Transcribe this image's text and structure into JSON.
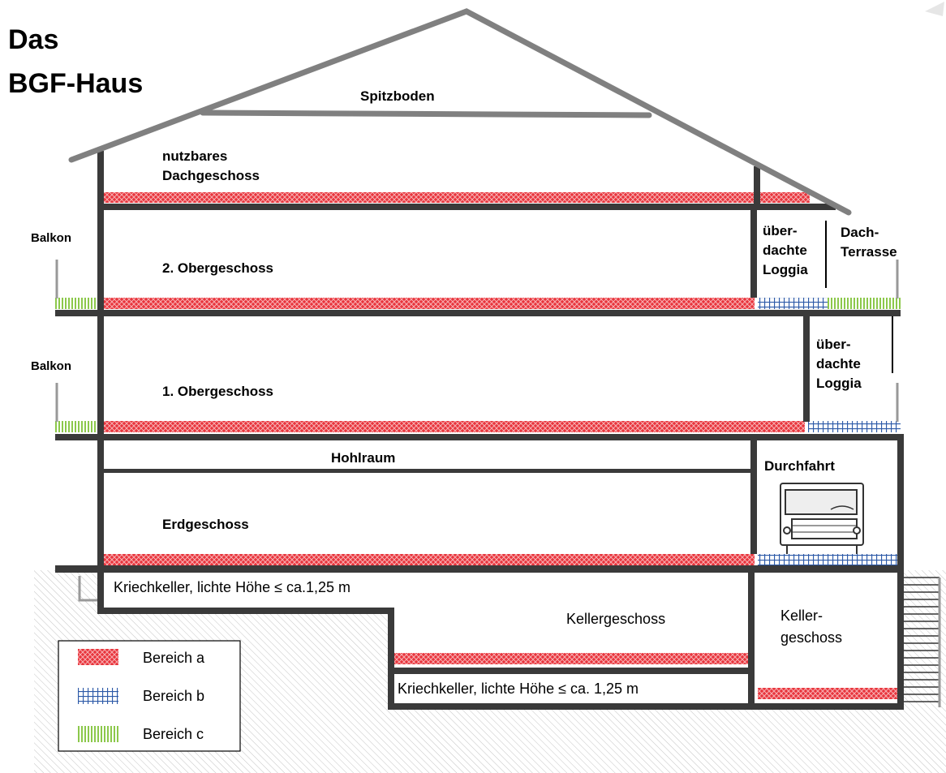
{
  "title": {
    "line1": "Das",
    "line2": "BGF-Haus"
  },
  "rooms": {
    "attic": "Spitzboden",
    "roof_floor_line1": "nutzbares",
    "roof_floor_line2": "Dachgeschoss",
    "second_floor": "2. Obergeschoss",
    "first_floor": "1. Obergeschoss",
    "cavity": "Hohlraum",
    "ground_floor": "Erdgeschoss",
    "basement": "Kellergeschoss",
    "basement_right_line1": "Keller-",
    "basement_right_line2": "geschoss",
    "passage": "Durchfahrt",
    "crawl_upper": "Kriechkeller, lichte Höhe ≤ ca.1,25 m",
    "crawl_lower": "Kriechkeller, lichte Höhe ≤ ca. 1,25 m"
  },
  "exterior": {
    "balcony_upper": "Balkon",
    "balcony_lower": "Balkon",
    "loggia_upper": [
      "über-",
      "dachte",
      "Loggia"
    ],
    "loggia_lower": [
      "über-",
      "dachte",
      "Loggia"
    ],
    "roof_terrace": [
      "Dach-",
      "Terrasse"
    ]
  },
  "legend": {
    "items": [
      {
        "label": "Bereich a",
        "pattern": "area-a",
        "color": "#e8343c"
      },
      {
        "label": "Bereich b",
        "pattern": "area-b",
        "color": "#2d5aa8"
      },
      {
        "label": "Bereich c",
        "pattern": "area-c",
        "color": "#8cc84b"
      }
    ]
  },
  "colors": {
    "wall": "#3a3a3a",
    "roof": "#808080",
    "ground_hatch": "#bdbdbd"
  }
}
